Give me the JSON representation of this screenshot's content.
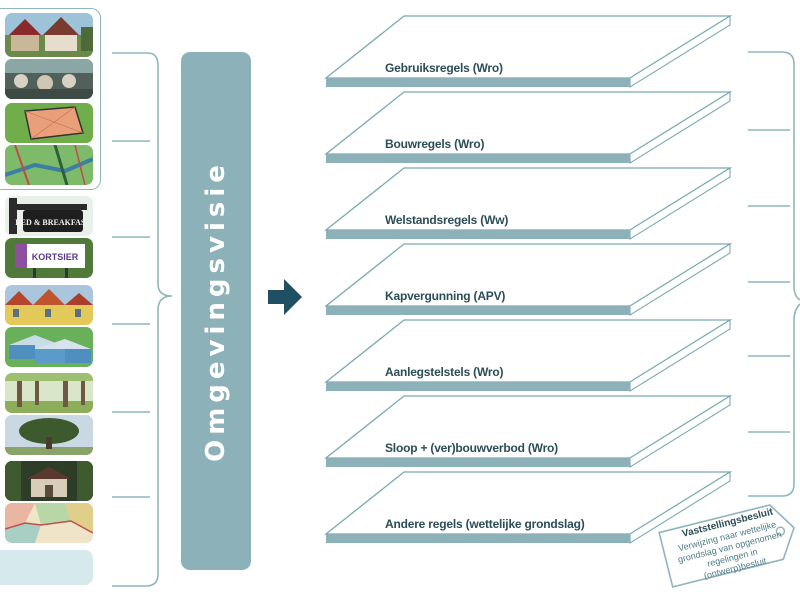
{
  "central_bar": {
    "label": "Omgevingsvisie"
  },
  "layers": [
    {
      "label": "Gebruiksregels (Wro)"
    },
    {
      "label": "Bouwregels (Wro)"
    },
    {
      "label": "Welstandsregels (Ww)"
    },
    {
      "label": "Kapvergunning (APV)"
    },
    {
      "label": "Aanlegstelstels (Wro)"
    },
    {
      "label": "Sloop + (ver)bouwverbod (Wro)"
    },
    {
      "label": "Andere regels (wettelijke grondslag)"
    }
  ],
  "thumbnails": {
    "bed_breakfast_sign": "BED & BREAKFAST",
    "kortsier_sign": "KORTSIER"
  },
  "tag": {
    "title": "Vaststellingsbesluit",
    "body": "Verwijzing naar wettelijke grondslag van opgenomen regelingen in (ontwerp)besluit"
  },
  "colors": {
    "teal": "#8cb1b9",
    "teal_dark": "#7aa9b2",
    "navy": "#1f4f63",
    "line": "#8fb5be",
    "text": "#2b4d55"
  }
}
